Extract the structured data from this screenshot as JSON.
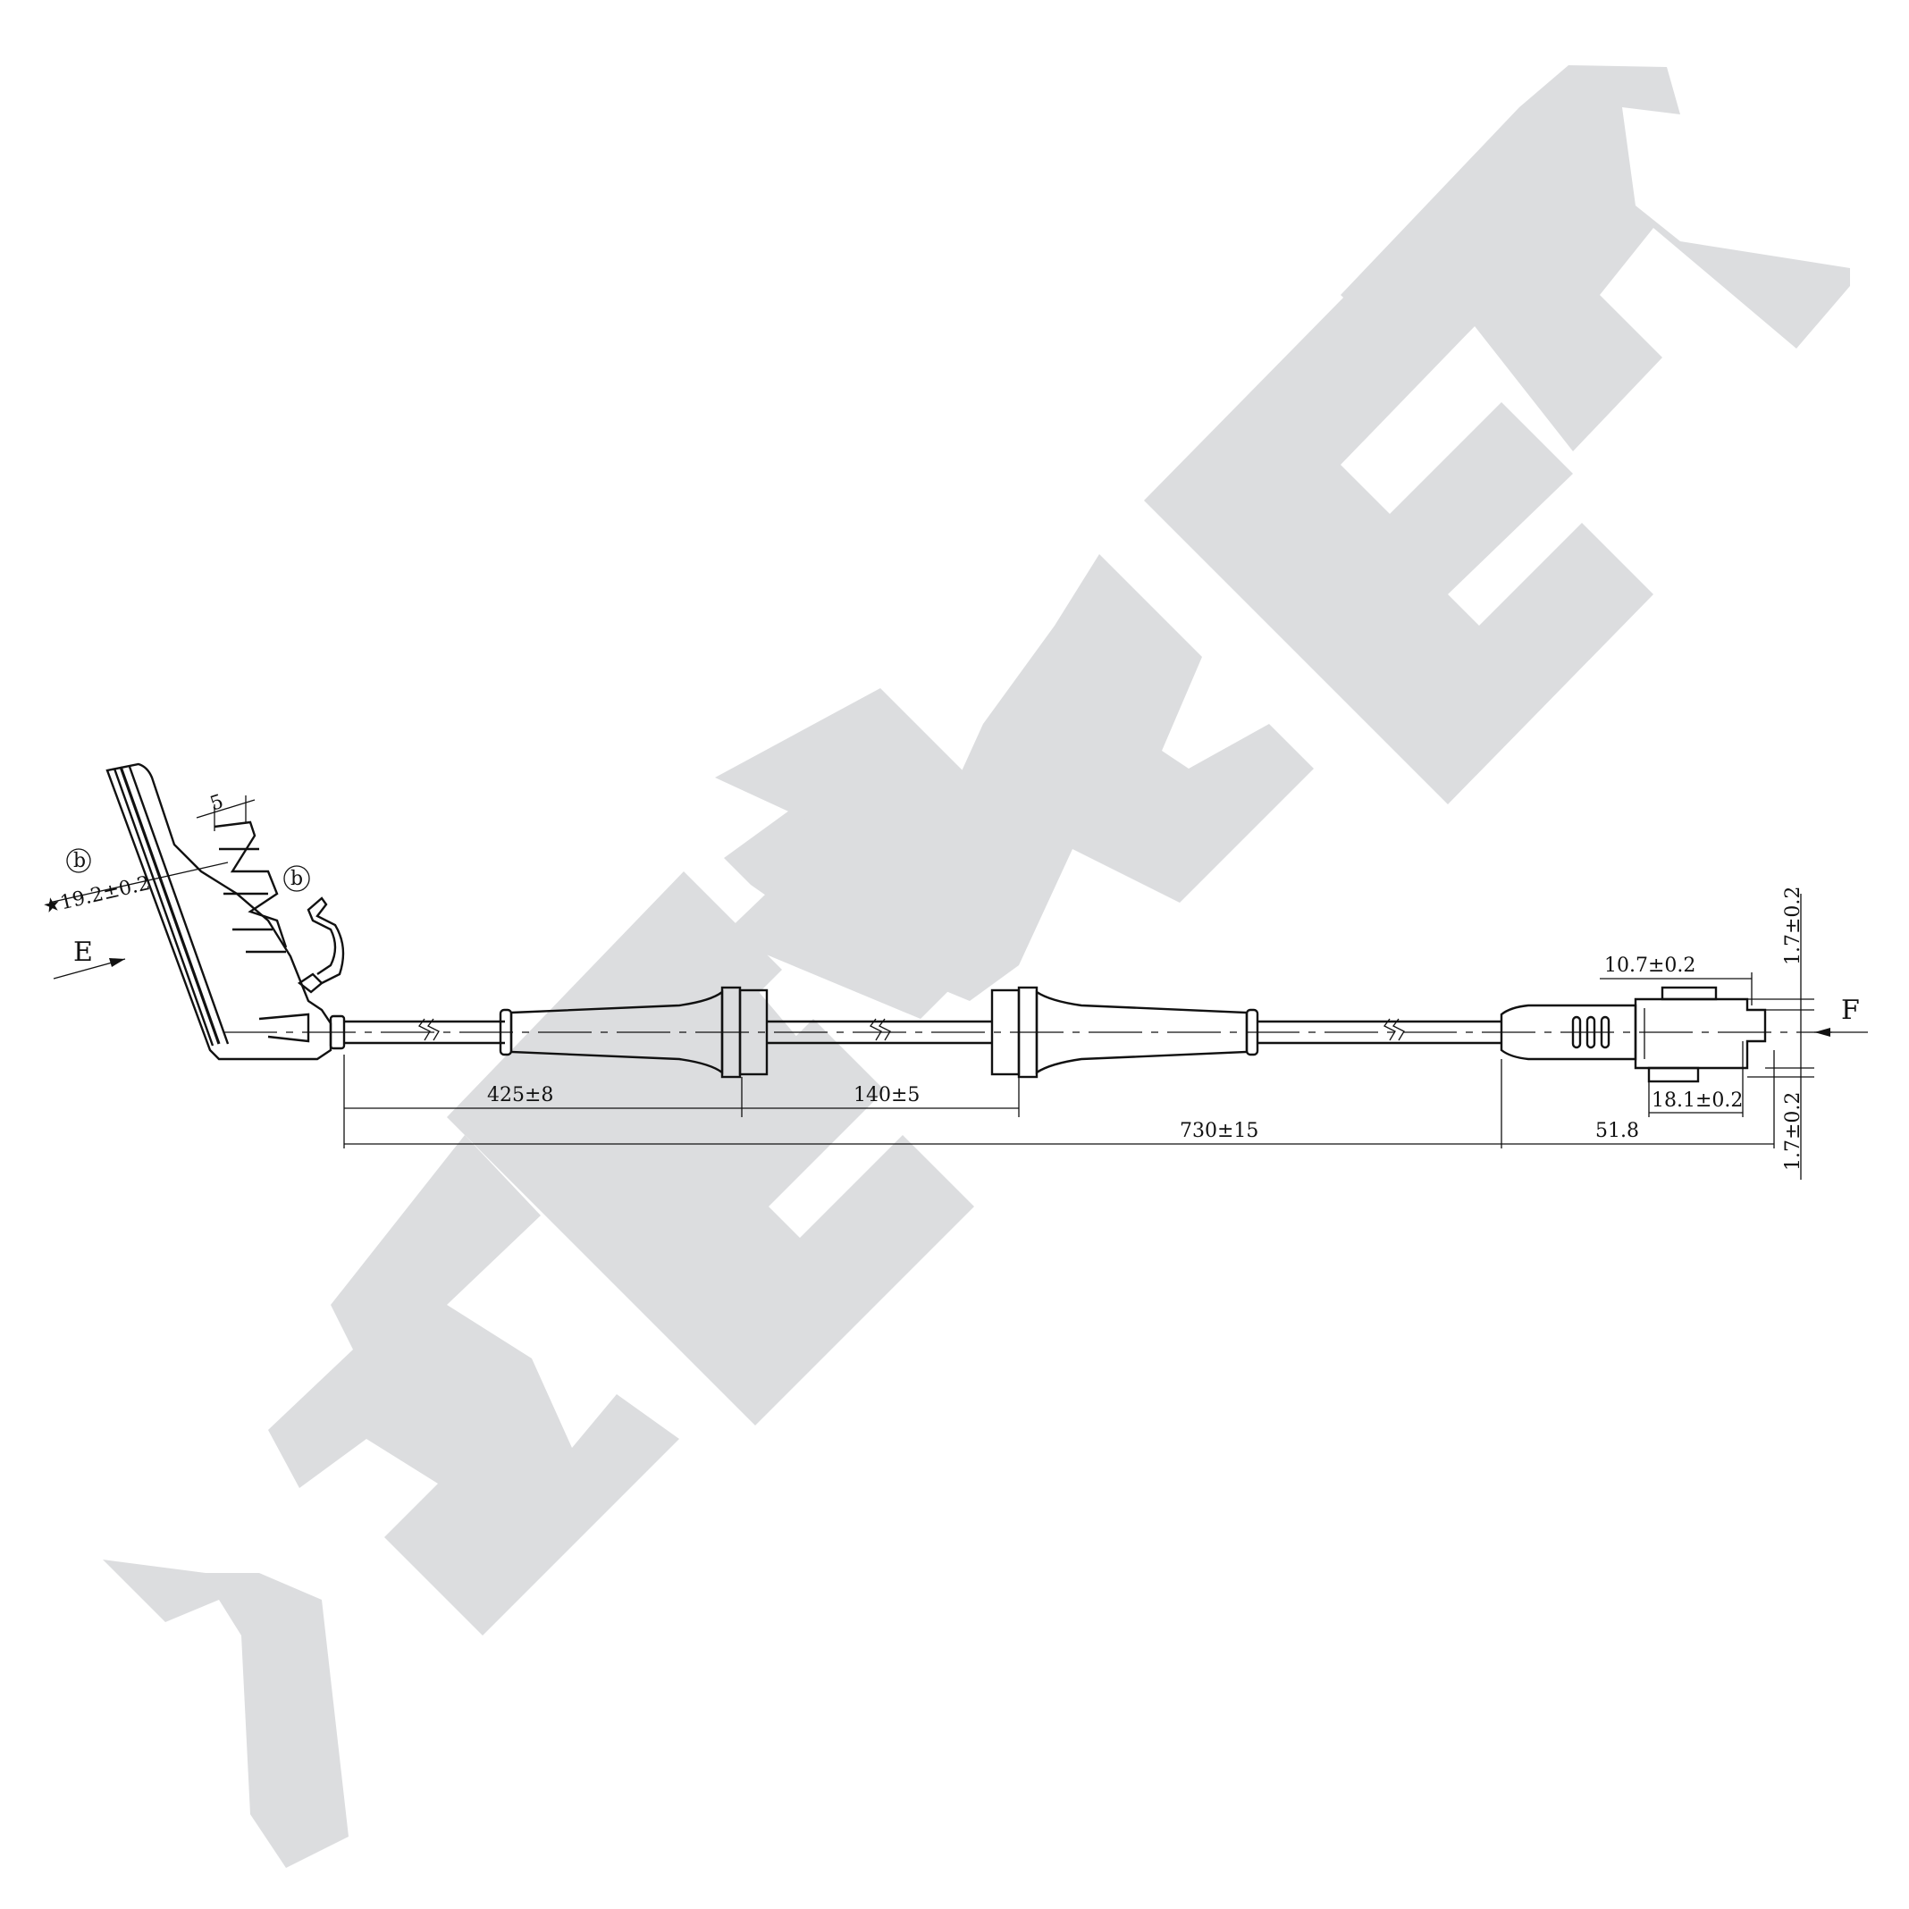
{
  "watermark": {
    "text": "ZENWEK",
    "color": "#dcdddf"
  },
  "colors": {
    "line": "#111111",
    "background": "#ffffff"
  },
  "labels": {
    "view_e": "E",
    "view_f": "F",
    "callout_b": "b"
  },
  "dimensions": {
    "cable_a": "425±8",
    "cable_b": "140±5",
    "cable_total": "730±15",
    "connector_len": "51.8",
    "tab_width": "10.7±0.2",
    "lower_tab": "18.1±0.2",
    "offset_top": "1.7±0.2",
    "offset_bottom": "1.7±0.2",
    "slot_width": "5",
    "sensor_diameter": "★19.2±0.2"
  }
}
